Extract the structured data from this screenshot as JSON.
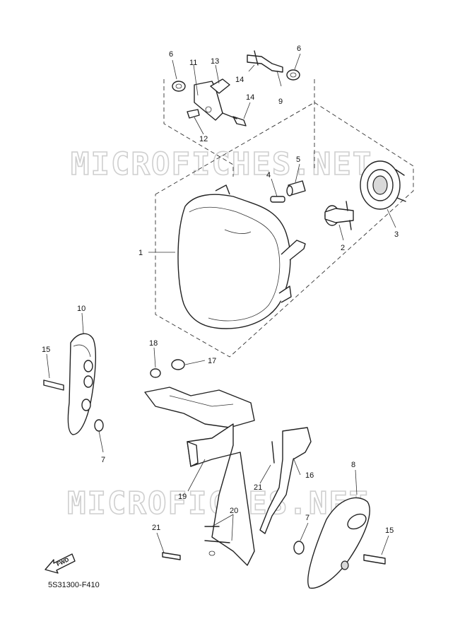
{
  "watermark": {
    "text_top": "MICROFICHES.NET",
    "text_bottom": "MICROFICHES.NET"
  },
  "callouts": {
    "c1": "1",
    "c2": "2",
    "c3": "3",
    "c4": "4",
    "c5": "5",
    "c6a": "6",
    "c6b": "6",
    "c7a": "7",
    "c7b": "7",
    "c8": "8",
    "c9": "9",
    "c10": "10",
    "c11": "11",
    "c12": "12",
    "c13": "13",
    "c14a": "14",
    "c14b": "14",
    "c15a": "15",
    "c15b": "15",
    "c16": "16",
    "c17": "17",
    "c18": "18",
    "c19": "19",
    "c20": "20",
    "c21a": "21",
    "c21b": "21"
  },
  "diagram_code": "5S31300-F410",
  "fwd_label": "FWD"
}
